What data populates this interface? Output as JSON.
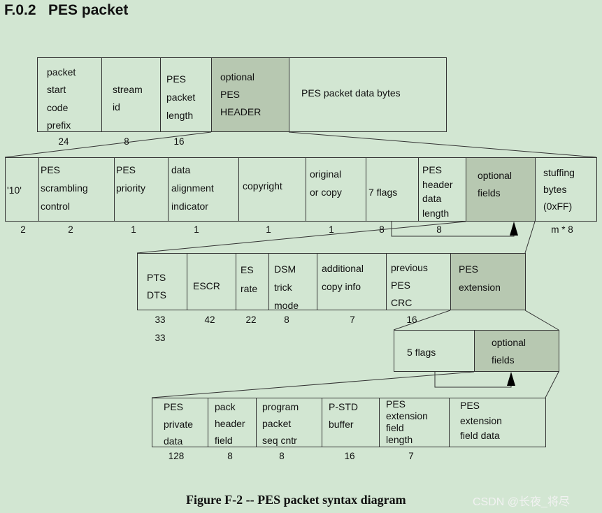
{
  "title": "F.0.2   PES packet",
  "caption": "Figure F-2 -- PES packet syntax diagram",
  "watermark": "CSDN @长夜_将尽",
  "row1": {
    "fields": [
      {
        "lines": [
          "packet",
          "start",
          "code",
          "prefix"
        ]
      },
      {
        "lines": [
          "stream",
          "id"
        ]
      },
      {
        "lines": [
          "PES",
          "packet",
          "length"
        ]
      },
      {
        "lines": [
          "optional",
          "PES",
          "HEADER"
        ]
      },
      {
        "lines": [
          "PES packet data bytes"
        ]
      }
    ],
    "bits": [
      "24",
      "8",
      "16"
    ]
  },
  "row2": {
    "fields": [
      {
        "lines": [
          "'10'"
        ]
      },
      {
        "lines": [
          "PES",
          "scrambling",
          "control"
        ]
      },
      {
        "lines": [
          "PES",
          "priority"
        ]
      },
      {
        "lines": [
          "data",
          "alignment",
          "indicator"
        ]
      },
      {
        "lines": [
          "copyright"
        ]
      },
      {
        "lines": [
          "original",
          "or copy"
        ]
      },
      {
        "lines": [
          "7 flags"
        ]
      },
      {
        "lines": [
          "PES",
          "header",
          "data",
          "length"
        ]
      },
      {
        "lines": [
          "optional",
          "fields"
        ]
      },
      {
        "lines": [
          "stuffing",
          "bytes",
          "(0xFF)"
        ]
      }
    ],
    "bits": [
      "2",
      "2",
      "1",
      "1",
      "1",
      "1",
      "8",
      "8",
      "m * 8"
    ]
  },
  "row3": {
    "fields": [
      {
        "lines": [
          "PTS",
          "DTS"
        ]
      },
      {
        "lines": [
          "ESCR"
        ]
      },
      {
        "lines": [
          "ES",
          "rate"
        ]
      },
      {
        "lines": [
          "DSM",
          "trick",
          "mode"
        ]
      },
      {
        "lines": [
          "additional",
          "copy info"
        ]
      },
      {
        "lines": [
          "previous",
          "PES",
          "CRC"
        ]
      },
      {
        "lines": [
          "PES",
          "extension"
        ]
      }
    ],
    "bits": [
      "33",
      "42",
      "22",
      "8",
      "7",
      "16",
      "33"
    ]
  },
  "row4": {
    "fields": [
      {
        "lines": [
          "5 flags"
        ]
      },
      {
        "lines": [
          "optional",
          "fields"
        ]
      }
    ]
  },
  "row5": {
    "fields": [
      {
        "lines": [
          "PES",
          "private",
          "data"
        ]
      },
      {
        "lines": [
          "pack",
          "header",
          "field"
        ]
      },
      {
        "lines": [
          "program",
          "packet",
          "seq cntr"
        ]
      },
      {
        "lines": [
          "P-STD",
          "buffer"
        ]
      },
      {
        "lines": [
          "PES",
          "extension",
          "field",
          "length"
        ]
      },
      {
        "lines": [
          "PES",
          "extension",
          "field data"
        ]
      }
    ],
    "bits": [
      "128",
      "8",
      "8",
      "16",
      "7"
    ]
  }
}
